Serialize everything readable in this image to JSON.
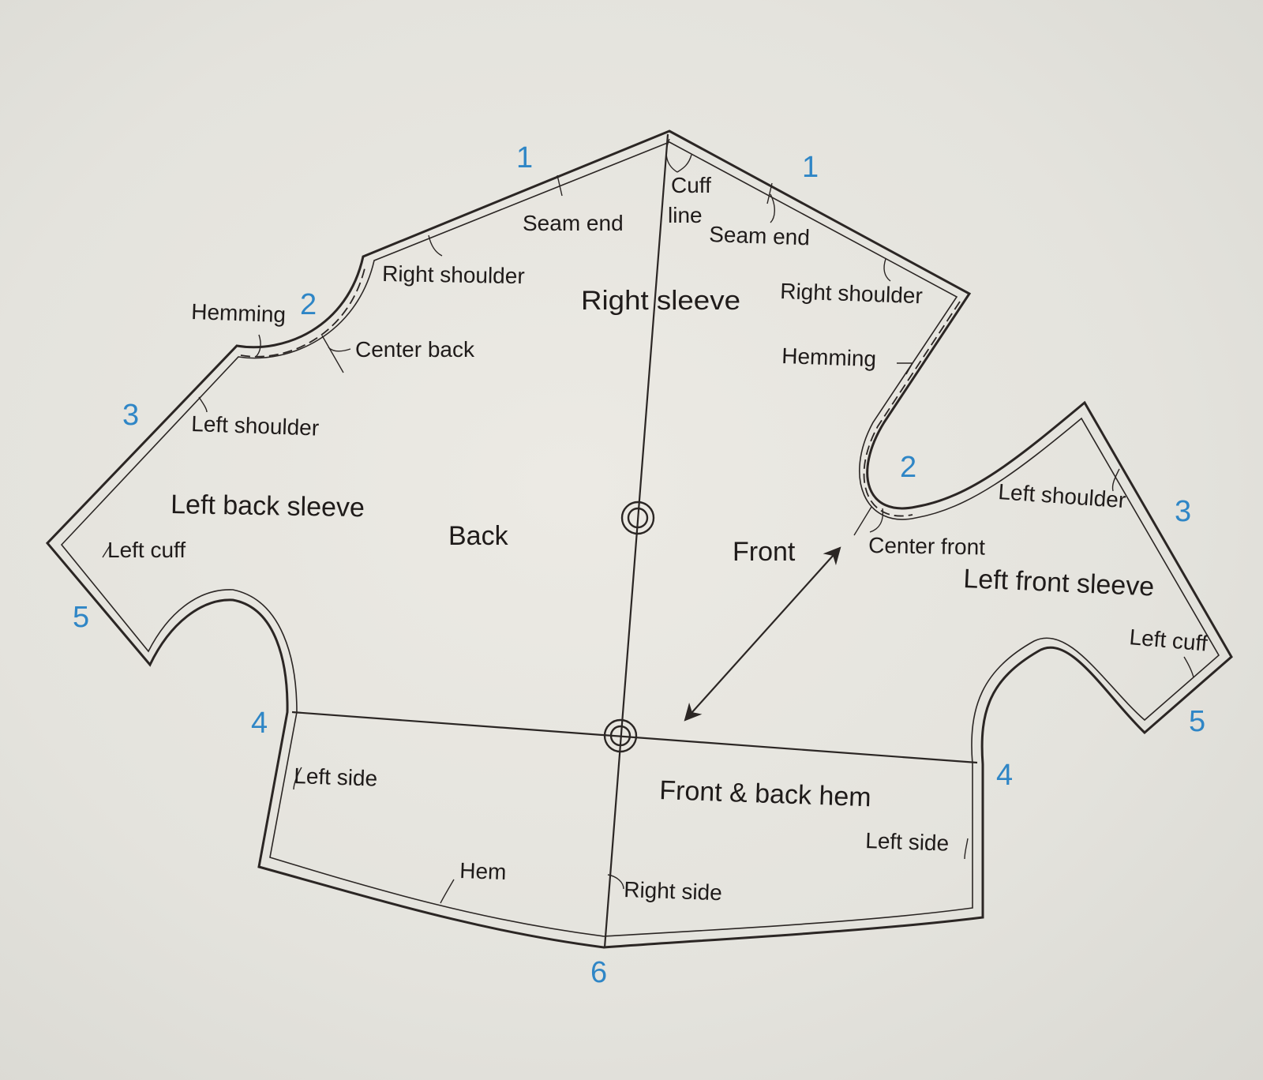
{
  "piece_labels": {
    "right_sleeve": "Right sleeve",
    "back": "Back",
    "front": "Front",
    "left_back_sleeve": "Left back sleeve",
    "left_front_sleeve": "Left front sleeve",
    "front_back_hem": "Front & back hem"
  },
  "seam_labels": {
    "cuff": "Cuff",
    "cuff_line": "line",
    "seam_end_left": "Seam end",
    "seam_end_right": "Seam end",
    "right_shoulder_back": "Right shoulder",
    "right_shoulder_front": "Right shoulder",
    "hemming_back": "Hemming",
    "hemming_front": "Hemming",
    "center_back": "Center back",
    "center_front": "Center front",
    "left_shoulder_back": "Left shoulder",
    "left_shoulder_front": "Left shoulder",
    "left_cuff_back": "Left cuff",
    "left_cuff_front": "Left cuff",
    "left_side_back": "Left side",
    "left_side_front": "Left side",
    "hem": "Hem",
    "right_side": "Right side"
  },
  "match_points": {
    "p1_left": "1",
    "p1_right": "1",
    "p2_left": "2",
    "p2_right": "2",
    "p3_left": "3",
    "p3_right": "3",
    "p4_left": "4",
    "p4_right": "4",
    "p5_left": "5",
    "p5_right": "5",
    "p6": "6"
  },
  "colors": {
    "line": "#2b2624",
    "label": "#1f1b1a",
    "match_number": "#2f86c6",
    "paper": "#e6e5e0"
  },
  "icons": {
    "grain_arrow": "double-headed-arrow-icon",
    "pivot_marks": "concentric-circle-icon"
  }
}
